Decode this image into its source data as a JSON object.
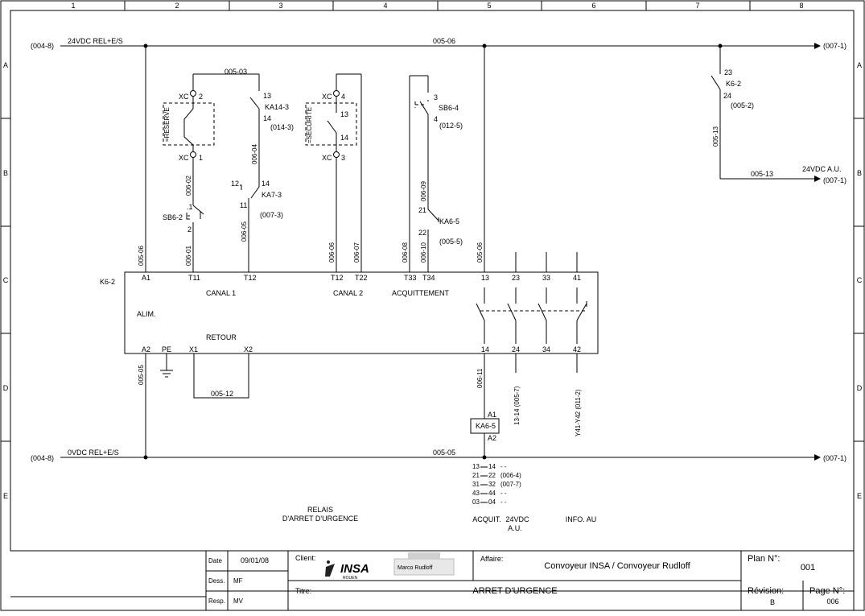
{
  "grid": {
    "columns": [
      "1",
      "2",
      "3",
      "4",
      "5",
      "6",
      "7",
      "8"
    ],
    "rows": [
      "A",
      "B",
      "C",
      "D",
      "E"
    ]
  },
  "rails": {
    "top_label": "24VDC REL+E/S",
    "top_left_ref": "(004-8)",
    "top_right_ref": "(007-1)",
    "top_wire": "005-06",
    "bottom_label": "0VDC REL+E/S",
    "bottom_left_ref": "(004-8)",
    "bottom_right_ref": "(007-1)",
    "bottom_wire": "005-05",
    "au_label": "24VDC A.U.",
    "au_ref": "(007-1)",
    "au_wire": "005-13"
  },
  "wires": {
    "w005_06_a": "005-06",
    "w005_03": "005-03",
    "w006_02": "006-02",
    "w006_01": "006-01",
    "w006_04": "006-04",
    "w006_05": "006-05",
    "w006_06": "006-06",
    "w006_07": "006-07",
    "w006_08": "006-08",
    "w006_09": "006-09",
    "w006_10": "006-10",
    "w005_06_b": "005-06",
    "w005_05": "005-05",
    "w006_11": "006-11",
    "w005_12": "005-12",
    "w005_13": "005-13",
    "ref_13_14": "13-14 (005-7)",
    "ref_y41": "Y41-Y42 (011-2)"
  },
  "components": {
    "xc": "XC",
    "xc_2": "2",
    "xc_1": "1",
    "xc_4": "4",
    "xc_3": "3",
    "reserve": "=RESERVE",
    "securite": "=SECURITE",
    "sec_13": "13",
    "sec_14": "14",
    "ka14_13": "13",
    "ka14": "KA14-3",
    "ka14_14": "14",
    "ka14_ref": "(014-3)",
    "ka7_12": "12",
    "ka7_14": "14",
    "ka7": "KA7-3",
    "ka7_11": "11",
    "ka7_ref": "(007-3)",
    "sb62_1": ".1",
    "sb62": "SB6-2",
    "sb62_2": "2",
    "sb64_3": "3",
    "sb64": "SB6-4",
    "sb64_4": "4",
    "sb64_ref": "(012-5)",
    "ka65_21": "21",
    "ka65": "KA6-5",
    "ka65_22": "22",
    "ka65_ref": "(005-5)",
    "k62_23": "23",
    "k62": "K6-2",
    "k62_24": "24",
    "k62_ref": "(005-2)",
    "coil": "KA6-5",
    "coil_a1": "A1",
    "coil_a2": "A2"
  },
  "relay": {
    "tag": "K6-2",
    "a1": "A1",
    "t11": "T11",
    "t12a": "T12",
    "t12b": "T12",
    "t22": "T22",
    "t33": "T33",
    "t34": "T34",
    "n13": "13",
    "n23": "23",
    "n33": "33",
    "n41": "41",
    "canal1": "CANAL 1",
    "canal2": "CANAL 2",
    "acquit": "ACQUITTEMENT",
    "alim": "ALIM.",
    "retour": "RETOUR",
    "a2": "A2",
    "pe": "PE",
    "x1": "X1",
    "x2": "X2",
    "n14": "14",
    "n24": "24",
    "n34": "34",
    "n42": "42"
  },
  "contacts_table": [
    {
      "a": "13",
      "b": "14",
      "ref": "- -"
    },
    {
      "a": "21",
      "b": "22",
      "ref": "(006-4)"
    },
    {
      "a": "31",
      "b": "32",
      "ref": "(007-7)"
    },
    {
      "a": "43",
      "b": "44",
      "ref": "- -"
    },
    {
      "a": "03",
      "b": "04",
      "ref": "- -"
    }
  ],
  "captions": {
    "relais_1": "RELAIS",
    "relais_2": "D'ARRET D'URGENCE",
    "acquit": "ACQUIT.",
    "vdc_1": "24VDC",
    "vdc_2": "A.U.",
    "info": "INFO. AU"
  },
  "titleblock": {
    "date_label": "Date",
    "date": "09/01/08",
    "dess_label": "Dess.",
    "dess": "MF",
    "resp_label": "Resp.",
    "resp": "MV",
    "client_label": "Client:",
    "client_logo": "INSA",
    "client_logo_sub": "ROUEN",
    "client_badge": "Marco Rudloff",
    "affaire_label": "Affaire:",
    "affaire": "Convoyeur INSA / Convoyeur Rudloff",
    "titre_label": "Titre:",
    "titre": "ARRET D'URGENCE",
    "plan_label": "Plan N°:",
    "plan": "001",
    "revision_label": "Révision:",
    "revision": "B",
    "page_label": "Page N°:",
    "page": "006"
  }
}
